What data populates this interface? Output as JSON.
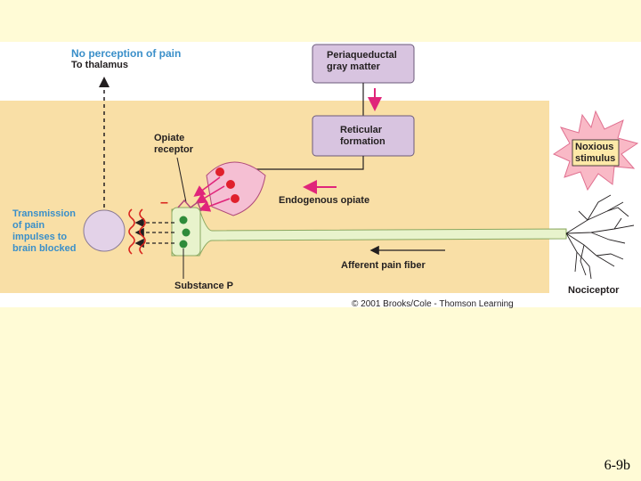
{
  "labels": {
    "no_perception": "No perception of pain",
    "to_thalamus": "To thalamus",
    "periaqueductal": "Periaqueductal\ngray matter",
    "reticular": "Reticular\nformation",
    "opiate_receptor": "Opiate\nreceptor",
    "noxious": "Noxious\nstimulus",
    "endogenous_opiate": "Endogenous opiate",
    "transmission": "Transmission\nof pain\nimpulses to\nbrain blocked",
    "afferent": "Afferent pain fiber",
    "substance_p": "Substance P",
    "nociceptor": "Nociceptor",
    "minus": "–"
  },
  "copyright": "© 2001 Brooks/Cole - Thomson Learning",
  "slide_number": "6-9b",
  "colors": {
    "slide_bg": "#fffbd6",
    "panel": "#f9dfa6",
    "box_fill": "#d8c4e0",
    "pink_arrow": "#e0257a",
    "label_blue": "#3a8fc9",
    "fiber": "#e8f3cc",
    "red_dot": "#e0202c",
    "green_dot": "#2e8b3a",
    "burst": "#f9b9c6"
  }
}
